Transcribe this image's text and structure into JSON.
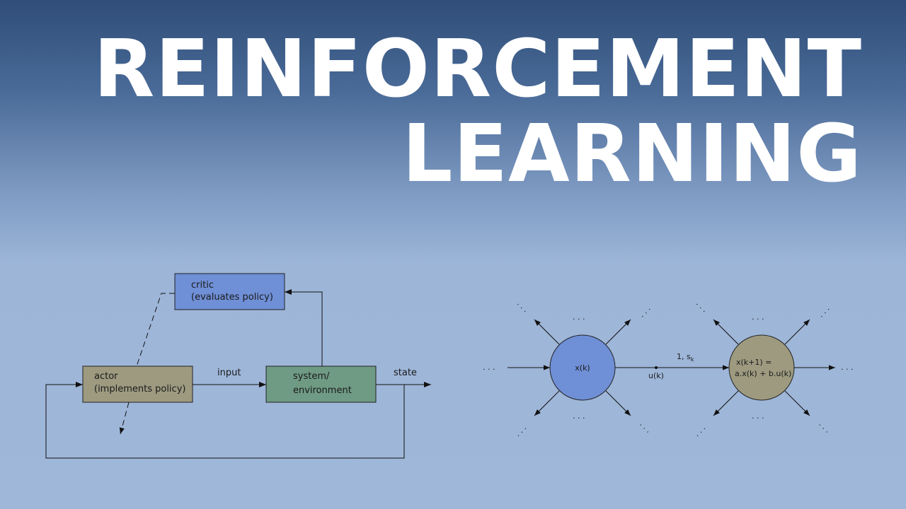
{
  "title": {
    "line1": "REINFORCEMENT",
    "line2": "LEARNING"
  },
  "actor_critic": {
    "critic_line1": "critic",
    "critic_line2": "(evaluates policy)",
    "actor_line1": "actor",
    "actor_line2": "(implements policy)",
    "system_line1": "system/",
    "system_line2": "environment",
    "input_label": "input",
    "state_label": "state"
  },
  "state_graph": {
    "node1_label": "x(k)",
    "node2_line1": "x(k+1) =",
    "node2_line2": "a.x(k) + b.u(k)",
    "edge_label": "u(k)",
    "transition_label_main": "1,  s",
    "transition_label_sub": "k",
    "ellipsis": ". . ."
  },
  "colors": {
    "critic": "#6f8fd6",
    "actor": "#9d9a80",
    "system": "#6f9a84",
    "node1": "#6f8fd6",
    "node2": "#9d9a80"
  }
}
